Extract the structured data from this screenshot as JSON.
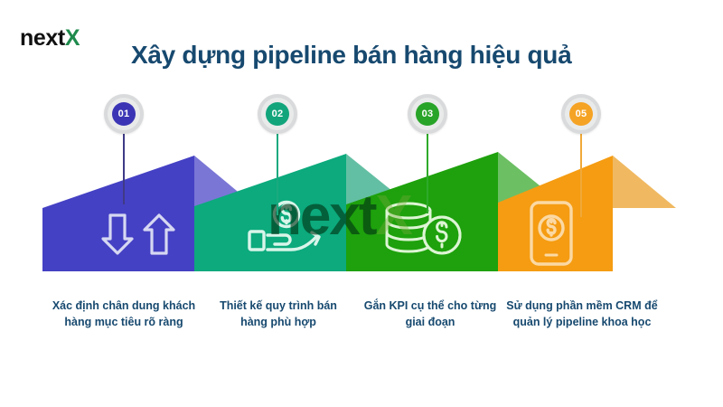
{
  "brand": {
    "name_part1": "next",
    "name_part2": "X",
    "color_part1": "#111111",
    "color_part2": "#1f8a4c"
  },
  "header": {
    "title": "Xây dựng pipeline bán hàng hiệu quả",
    "title_color": "#17496f"
  },
  "watermark": {
    "text_part1": "next",
    "text_part2": "X"
  },
  "ribbon": {
    "background": "#ffffff",
    "tail_color": "#f0b961"
  },
  "steps": [
    {
      "number": "01",
      "caption": "Xác định chân dung khách hàng mục tiêu rõ ràng",
      "color": "#4541c4",
      "fold_color": "#7a76d6",
      "pin_color": "#3b35b5",
      "stem_color": "#3f3a86",
      "icon": "arrows-down-up-icon",
      "icon_color": "#d6d8f2"
    },
    {
      "number": "02",
      "caption": "Thiết kế quy trình bán hàng phù hợp",
      "color": "#0caa7d",
      "fold_color": "#63bfa3",
      "pin_color": "#12a57c",
      "stem_color": "#19a97f",
      "icon": "hand-holding-coin-icon",
      "icon_color": "#d8f5ea"
    },
    {
      "number": "03",
      "caption": "Gắn KPI cụ thể cho từng giai đoạn",
      "color": "#1ea10c",
      "fold_color": "#6cbf63",
      "pin_color": "#28a428",
      "stem_color": "#2faa2a",
      "icon": "coin-stack-icon",
      "icon_color": "#ddf5d4"
    },
    {
      "number": "05",
      "caption": "Sử dụng phần mềm CRM để quản lý pipeline khoa học",
      "color": "#f59c12",
      "fold_color": "#f0b961",
      "pin_color": "#f5a324",
      "stem_color": "#f0a938",
      "icon": "mobile-payment-icon",
      "icon_color": "#fbd9a4"
    }
  ]
}
